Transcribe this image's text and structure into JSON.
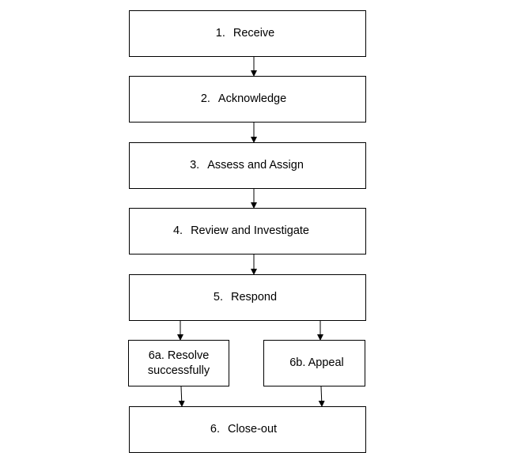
{
  "steps": {
    "receive": {
      "number": "1.",
      "label": "Receive"
    },
    "acknowledge": {
      "number": "2.",
      "label": "Acknowledge"
    },
    "assess": {
      "number": "3.",
      "label": "Assess and Assign"
    },
    "review": {
      "number": "4.",
      "label": "Review and Investigate"
    },
    "respond": {
      "number": "5.",
      "label": "Respond"
    },
    "resolve": {
      "line1": "6a. Resolve",
      "line2": "successfully"
    },
    "appeal": {
      "label": "6b. Appeal"
    },
    "closeout": {
      "number": "6.",
      "label": "Close-out"
    }
  },
  "colors": {
    "stroke": "#000000",
    "background": "#ffffff"
  }
}
